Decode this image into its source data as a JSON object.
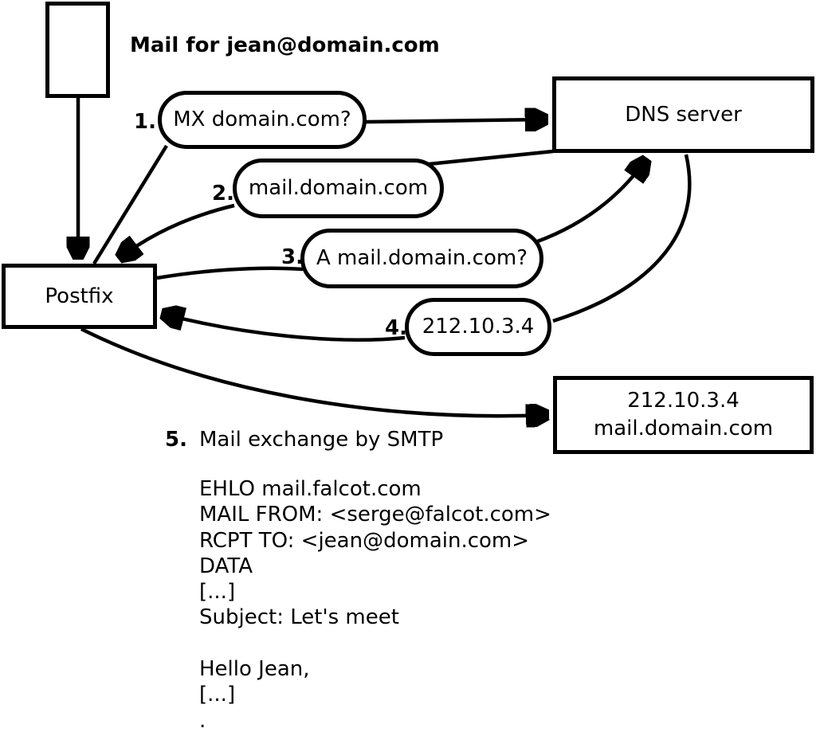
{
  "diagram": {
    "background": "#ffffff",
    "stroke_color": "#000000",
    "mail_label": "Mail for jean@domain.com",
    "nodes": {
      "postfix": "Postfix",
      "dns": "DNS server",
      "destination": {
        "line1": "212.10.3.4",
        "line2": "mail.domain.com"
      }
    },
    "steps": [
      {
        "num": "1.",
        "label": "MX domain.com?"
      },
      {
        "num": "2.",
        "label": "mail.domain.com"
      },
      {
        "num": "3.",
        "label": "A mail.domain.com?"
      },
      {
        "num": "4.",
        "label": "212.10.3.4"
      },
      {
        "num": "5.",
        "label": "Mail exchange by SMTP"
      }
    ],
    "smtp_transcript": [
      "EHLO mail.falcot.com",
      "MAIL FROM: <serge@falcot.com>",
      "RCPT TO: <jean@domain.com>",
      "DATA",
      "[...]",
      "Subject: Let's meet",
      "",
      "Hello Jean,",
      "[...]",
      "."
    ]
  }
}
